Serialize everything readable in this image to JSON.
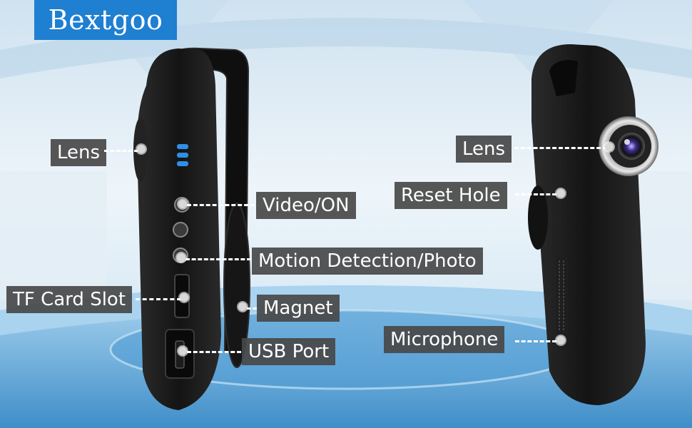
{
  "brand": {
    "name": "Bextgoo",
    "color": "#1f7fd1"
  },
  "labels": {
    "lens_left": "Lens",
    "video_on": "Video/ON",
    "motion_photo": "Motion Detection/Photo",
    "tf_card": "TF Card Slot",
    "magnet": "Magnet",
    "usb_port": "USB Port",
    "lens_right": "Lens",
    "reset_hole": "Reset Hole",
    "microphone": "Microphone"
  },
  "colors": {
    "label_bg": "#484848",
    "device_body": "#1a1a1a",
    "led_blue": "#2f8fe6",
    "sky_top": "#dbe9f3",
    "floor": "#5aa6da"
  }
}
